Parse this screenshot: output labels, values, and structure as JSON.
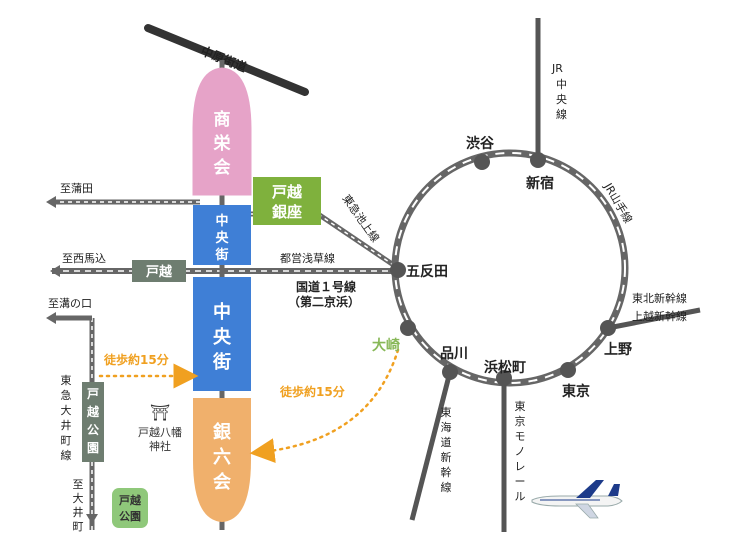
{
  "roads": {
    "nakahara": "中原街道",
    "kokudo_line1": "国道１号線",
    "kokudo_line2": "（第二京浜）"
  },
  "arrows": {
    "kamata": "至蒲田",
    "nishimagome": "至西馬込",
    "mizonokuchi": "至溝の口",
    "oimachi": "至大井町"
  },
  "rail_lines": {
    "ikegami": "東急池上線",
    "asakusa": "都営浅草線",
    "oimachi_line": "東急大井町線",
    "jr_chuo": "JR中央線",
    "jr_yamanote": "JR山手線",
    "tohoku_shinkansen": "東北新幹線",
    "joetsu_shinkansen": "上越新幹線",
    "tokaido_shinkansen": "東海道新幹線",
    "monorail": "東京モノレール"
  },
  "stations": {
    "shibuya": "渋谷",
    "shinjuku": "新宿",
    "gotanda": "五反田",
    "osaki": "大崎",
    "shinagawa": "品川",
    "hamamatsucho": "浜松町",
    "tokyo": "東京",
    "ueno": "上野"
  },
  "blocks": {
    "shoeikai": "商栄会",
    "chuogai_small": "中央街",
    "chuogai_big": "中央街",
    "ginrokukai": "銀六会"
  },
  "labels": {
    "togoshi_ginza": [
      "戸越",
      "銀座"
    ],
    "togoshi_station": "戸越",
    "togoshi_koen_station": "戸越公園",
    "togoshi_koen_park": [
      "戸越",
      "公園"
    ],
    "shrine": [
      "戸越八幡",
      "神社"
    ],
    "shrine_icon": "⛩"
  },
  "walk": {
    "left": "徒歩約15分",
    "right": "徒歩約15分"
  },
  "colors": {
    "shoeikai": "#e6a3c8",
    "chuogai": "#3f7fd6",
    "ginrokukai": "#f0b06c",
    "togoshi_ginza": "#7fb13d",
    "station_box": "#6e7d70",
    "walk": "#f0a020",
    "osaki_text": "#88b858",
    "park": "#8fc87a"
  }
}
